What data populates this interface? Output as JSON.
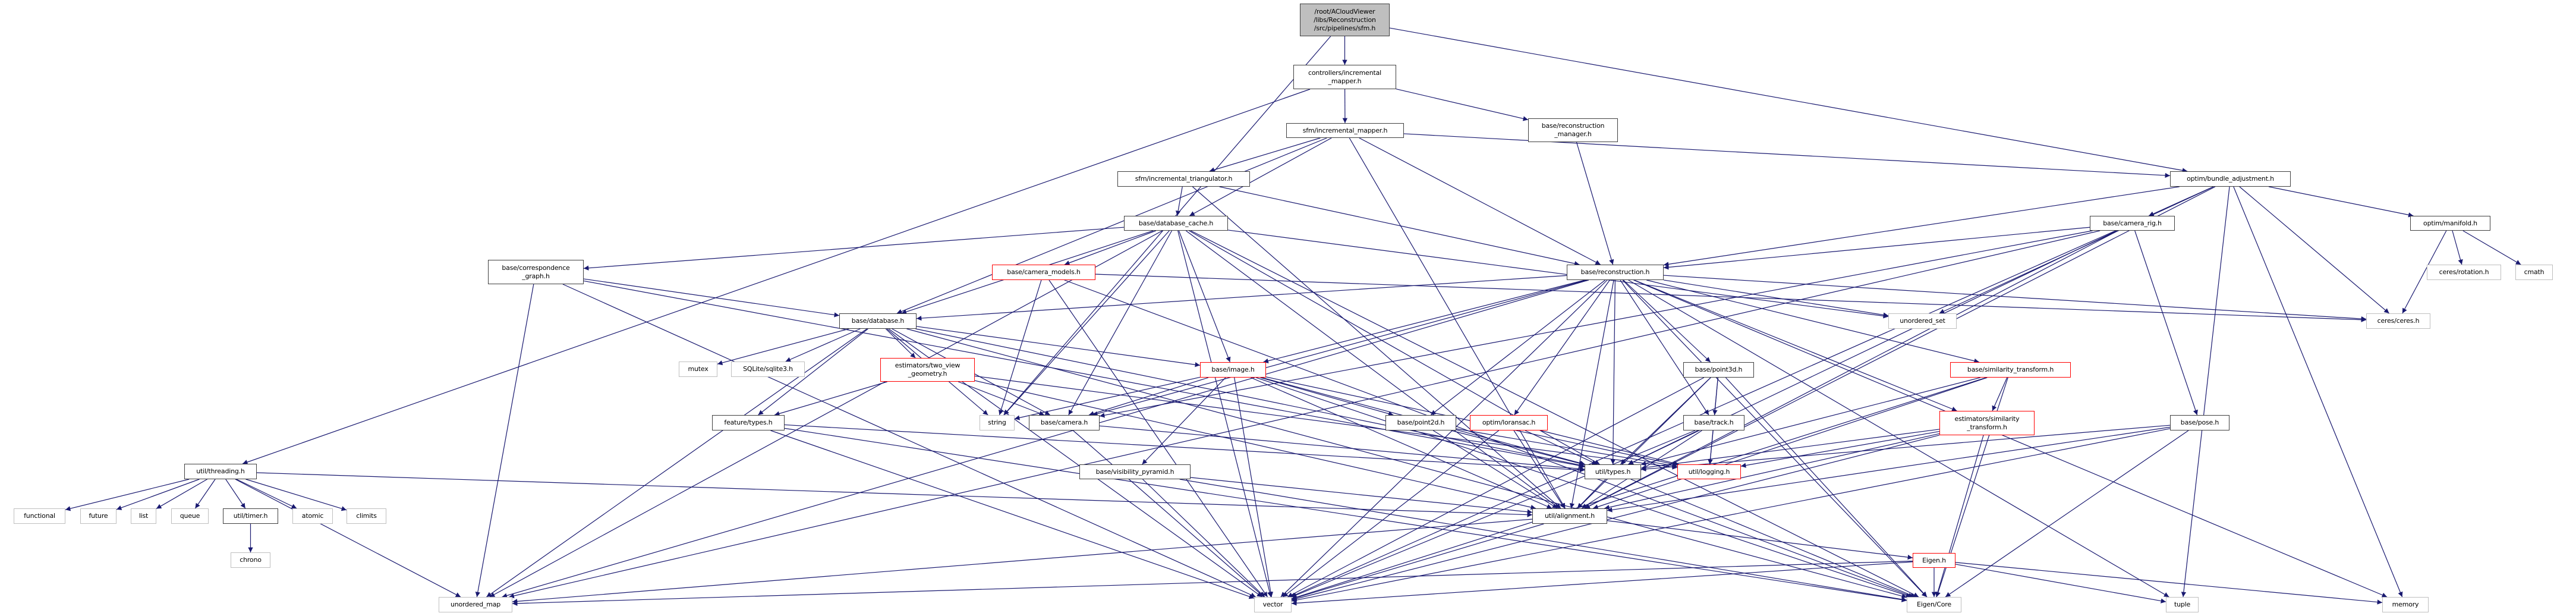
{
  "colors": {
    "edge": "#191970",
    "documented_border": "#404040",
    "system_border": "#bfbfbf",
    "truncated_border": "#ff0000",
    "root_fill": "#bfbfbf"
  },
  "graph": {
    "nodes": [
      {
        "id": "root",
        "label": "/root/ACloudViewer\n/libs/Reconstruction\n/src/pipelines/sfm.h",
        "kind": "root"
      },
      {
        "id": "ctrl_mapper",
        "label": "controllers/incremental\n_mapper.h",
        "kind": "documented"
      },
      {
        "id": "recon_mgr",
        "label": "base/reconstruction\n_manager.h",
        "kind": "documented"
      },
      {
        "id": "sfm_mapper",
        "label": "sfm/incremental_mapper.h",
        "kind": "documented"
      },
      {
        "id": "bundle",
        "label": "optim/bundle_adjustment.h",
        "kind": "documented"
      },
      {
        "id": "triang",
        "label": "sfm/incremental_triangulator.h",
        "kind": "documented"
      },
      {
        "id": "db_cache",
        "label": "base/database_cache.h",
        "kind": "documented"
      },
      {
        "id": "camera_rig",
        "label": "base/camera_rig.h",
        "kind": "documented"
      },
      {
        "id": "manifold",
        "label": "optim/manifold.h",
        "kind": "documented"
      },
      {
        "id": "corr_graph",
        "label": "base/correspondence\n_graph.h",
        "kind": "documented"
      },
      {
        "id": "camera_models",
        "label": "base/camera_models.h",
        "kind": "truncated"
      },
      {
        "id": "reconstruction",
        "label": "base/reconstruction.h",
        "kind": "documented"
      },
      {
        "id": "ceres_rotation",
        "label": "ceres/rotation.h",
        "kind": "system"
      },
      {
        "id": "cmath",
        "label": "cmath",
        "kind": "system"
      },
      {
        "id": "unordered_set",
        "label": "unordered_set",
        "kind": "system"
      },
      {
        "id": "ceres_ceres",
        "label": "ceres/ceres.h",
        "kind": "system"
      },
      {
        "id": "database",
        "label": "base/database.h",
        "kind": "documented"
      },
      {
        "id": "mutex",
        "label": "mutex",
        "kind": "system"
      },
      {
        "id": "sqlite",
        "label": "SQLite/sqlite3.h",
        "kind": "system"
      },
      {
        "id": "two_view",
        "label": "estimators/two_view\n_geometry.h",
        "kind": "truncated"
      },
      {
        "id": "image",
        "label": "base/image.h",
        "kind": "truncated"
      },
      {
        "id": "point3d",
        "label": "base/point3d.h",
        "kind": "documented"
      },
      {
        "id": "sim_transform",
        "label": "base/similarity_transform.h",
        "kind": "truncated"
      },
      {
        "id": "string",
        "label": "string",
        "kind": "system"
      },
      {
        "id": "camera",
        "label": "base/camera.h",
        "kind": "documented"
      },
      {
        "id": "feature_types",
        "label": "feature/types.h",
        "kind": "documented"
      },
      {
        "id": "point2d",
        "label": "base/point2d.h",
        "kind": "documented"
      },
      {
        "id": "loransac",
        "label": "optim/loransac.h",
        "kind": "truncated"
      },
      {
        "id": "track",
        "label": "base/track.h",
        "kind": "documented"
      },
      {
        "id": "est_sim",
        "label": "estimators/similarity\n_transform.h",
        "kind": "truncated"
      },
      {
        "id": "pose",
        "label": "base/pose.h",
        "kind": "documented"
      },
      {
        "id": "threading",
        "label": "util/threading.h",
        "kind": "documented"
      },
      {
        "id": "types",
        "label": "util/types.h",
        "kind": "documented"
      },
      {
        "id": "logging",
        "label": "util/logging.h",
        "kind": "truncated"
      },
      {
        "id": "vis_pyr",
        "label": "base/visibility_pyramid.h",
        "kind": "documented"
      },
      {
        "id": "alignment",
        "label": "util/alignment.h",
        "kind": "documented"
      },
      {
        "id": "functional",
        "label": "functional",
        "kind": "system"
      },
      {
        "id": "future",
        "label": "future",
        "kind": "system"
      },
      {
        "id": "list",
        "label": "list",
        "kind": "system"
      },
      {
        "id": "queue",
        "label": "queue",
        "kind": "system"
      },
      {
        "id": "timer",
        "label": "util/timer.h",
        "kind": "documented"
      },
      {
        "id": "atomic",
        "label": "atomic",
        "kind": "system"
      },
      {
        "id": "climits",
        "label": "climits",
        "kind": "system"
      },
      {
        "id": "chrono",
        "label": "chrono",
        "kind": "system"
      },
      {
        "id": "eigen_h",
        "label": "Eigen.h",
        "kind": "truncated"
      },
      {
        "id": "unordered_map",
        "label": "unordered_map",
        "kind": "system"
      },
      {
        "id": "vector",
        "label": "vector",
        "kind": "system"
      },
      {
        "id": "eigen_core",
        "label": "Eigen/Core",
        "kind": "system"
      },
      {
        "id": "tuple",
        "label": "tuple",
        "kind": "system"
      },
      {
        "id": "memory",
        "label": "memory",
        "kind": "system"
      }
    ],
    "edges": [
      [
        "root",
        "ctrl_mapper"
      ],
      [
        "root",
        "bundle"
      ],
      [
        "root",
        "string"
      ],
      [
        "ctrl_mapper",
        "sfm_mapper"
      ],
      [
        "ctrl_mapper",
        "recon_mgr"
      ],
      [
        "ctrl_mapper",
        "threading"
      ],
      [
        "recon_mgr",
        "reconstruction"
      ],
      [
        "sfm_mapper",
        "triang"
      ],
      [
        "sfm_mapper",
        "db_cache"
      ],
      [
        "sfm_mapper",
        "database"
      ],
      [
        "sfm_mapper",
        "reconstruction"
      ],
      [
        "sfm_mapper",
        "bundle"
      ],
      [
        "sfm_mapper",
        "alignment"
      ],
      [
        "triang",
        "db_cache"
      ],
      [
        "triang",
        "reconstruction"
      ],
      [
        "triang",
        "alignment"
      ],
      [
        "bundle",
        "camera_rig"
      ],
      [
        "bundle",
        "manifold"
      ],
      [
        "bundle",
        "reconstruction"
      ],
      [
        "bundle",
        "unordered_set"
      ],
      [
        "bundle",
        "ceres_ceres"
      ],
      [
        "bundle",
        "alignment"
      ],
      [
        "bundle",
        "tuple"
      ],
      [
        "bundle",
        "memory"
      ],
      [
        "manifold",
        "ceres_ceres"
      ],
      [
        "manifold",
        "ceres_rotation"
      ],
      [
        "manifold",
        "cmath"
      ],
      [
        "camera_rig",
        "reconstruction"
      ],
      [
        "camera_rig",
        "camera"
      ],
      [
        "camera_rig",
        "pose"
      ],
      [
        "camera_rig",
        "types"
      ],
      [
        "camera_rig",
        "alignment"
      ],
      [
        "camera_rig",
        "vector"
      ],
      [
        "camera_rig",
        "unordered_map"
      ],
      [
        "db_cache",
        "corr_graph"
      ],
      [
        "db_cache",
        "camera_models"
      ],
      [
        "db_cache",
        "database"
      ],
      [
        "db_cache",
        "image"
      ],
      [
        "db_cache",
        "camera"
      ],
      [
        "db_cache",
        "string"
      ],
      [
        "db_cache",
        "unordered_map"
      ],
      [
        "db_cache",
        "vector"
      ],
      [
        "db_cache",
        "unordered_set"
      ],
      [
        "db_cache",
        "types"
      ],
      [
        "db_cache",
        "alignment"
      ],
      [
        "db_cache",
        "eigen_core"
      ],
      [
        "corr_graph",
        "database"
      ],
      [
        "corr_graph",
        "unordered_map"
      ],
      [
        "corr_graph",
        "vector"
      ],
      [
        "corr_graph",
        "types"
      ],
      [
        "camera_models",
        "ceres_ceres"
      ],
      [
        "camera_models",
        "eigen_core"
      ],
      [
        "camera_models",
        "vector"
      ],
      [
        "camera_models",
        "string"
      ],
      [
        "database",
        "mutex"
      ],
      [
        "database",
        "sqlite"
      ],
      [
        "database",
        "feature_types"
      ],
      [
        "database",
        "two_view"
      ],
      [
        "database",
        "image"
      ],
      [
        "database",
        "camera"
      ],
      [
        "database",
        "string"
      ],
      [
        "database",
        "vector"
      ],
      [
        "database",
        "unordered_map"
      ],
      [
        "database",
        "types"
      ],
      [
        "database",
        "eigen_core"
      ],
      [
        "two_view",
        "camera"
      ],
      [
        "two_view",
        "feature_types"
      ],
      [
        "two_view",
        "alignment"
      ],
      [
        "two_view",
        "logging"
      ],
      [
        "image",
        "string"
      ],
      [
        "image",
        "camera"
      ],
      [
        "image",
        "point2d"
      ],
      [
        "image",
        "vis_pyr"
      ],
      [
        "image",
        "types"
      ],
      [
        "image",
        "logging"
      ],
      [
        "image",
        "alignment"
      ],
      [
        "image",
        "vector"
      ],
      [
        "image",
        "eigen_core"
      ],
      [
        "feature_types",
        "types"
      ],
      [
        "feature_types",
        "eigen_core"
      ],
      [
        "feature_types",
        "vector"
      ],
      [
        "camera",
        "types"
      ],
      [
        "camera",
        "vector"
      ],
      [
        "point2d",
        "types"
      ],
      [
        "point2d",
        "alignment"
      ],
      [
        "point2d",
        "logging"
      ],
      [
        "loransac",
        "types"
      ],
      [
        "loransac",
        "alignment"
      ],
      [
        "loransac",
        "vector"
      ],
      [
        "loransac",
        "logging"
      ],
      [
        "reconstruction",
        "database"
      ],
      [
        "reconstruction",
        "image"
      ],
      [
        "reconstruction",
        "camera"
      ],
      [
        "reconstruction",
        "point2d"
      ],
      [
        "reconstruction",
        "point3d"
      ],
      [
        "reconstruction",
        "track"
      ],
      [
        "reconstruction",
        "loransac"
      ],
      [
        "reconstruction",
        "sim_transform"
      ],
      [
        "reconstruction",
        "est_sim"
      ],
      [
        "reconstruction",
        "types"
      ],
      [
        "reconstruction",
        "alignment"
      ],
      [
        "reconstruction",
        "unordered_set"
      ],
      [
        "reconstruction",
        "unordered_map"
      ],
      [
        "reconstruction",
        "vector"
      ],
      [
        "reconstruction",
        "tuple"
      ],
      [
        "reconstruction",
        "memory"
      ],
      [
        "reconstruction",
        "eigen_core"
      ],
      [
        "reconstruction",
        "ceres_ceres"
      ],
      [
        "point3d",
        "track"
      ],
      [
        "point3d",
        "logging"
      ],
      [
        "point3d",
        "types"
      ],
      [
        "point3d",
        "alignment"
      ],
      [
        "point3d",
        "vector"
      ],
      [
        "point3d",
        "eigen_core"
      ],
      [
        "track",
        "types"
      ],
      [
        "track",
        "logging"
      ],
      [
        "track",
        "alignment"
      ],
      [
        "track",
        "vector"
      ],
      [
        "sim_transform",
        "est_sim"
      ],
      [
        "sim_transform",
        "types"
      ],
      [
        "sim_transform",
        "alignment"
      ],
      [
        "sim_transform",
        "eigen_core"
      ],
      [
        "sim_transform",
        "vector"
      ],
      [
        "est_sim",
        "types"
      ],
      [
        "est_sim",
        "logging"
      ],
      [
        "est_sim",
        "alignment"
      ],
      [
        "est_sim",
        "eigen_core"
      ],
      [
        "est_sim",
        "vector"
      ],
      [
        "pose",
        "types"
      ],
      [
        "pose",
        "alignment"
      ],
      [
        "pose",
        "eigen_core"
      ],
      [
        "pose",
        "vector"
      ],
      [
        "vis_pyr",
        "vector"
      ],
      [
        "vis_pyr",
        "eigen_core"
      ],
      [
        "vis_pyr",
        "alignment"
      ],
      [
        "threading",
        "functional"
      ],
      [
        "threading",
        "future"
      ],
      [
        "threading",
        "list"
      ],
      [
        "threading",
        "queue"
      ],
      [
        "threading",
        "timer"
      ],
      [
        "threading",
        "atomic"
      ],
      [
        "threading",
        "climits"
      ],
      [
        "threading",
        "unordered_map"
      ],
      [
        "threading",
        "alignment"
      ],
      [
        "timer",
        "chrono"
      ],
      [
        "types",
        "alignment"
      ],
      [
        "types",
        "eigen_core"
      ],
      [
        "alignment",
        "eigen_h"
      ],
      [
        "alignment",
        "vector"
      ],
      [
        "alignment",
        "unordered_map"
      ],
      [
        "eigen_h",
        "eigen_core"
      ],
      [
        "eigen_h",
        "vector"
      ],
      [
        "eigen_h",
        "unordered_map"
      ],
      [
        "eigen_h",
        "memory"
      ],
      [
        "eigen_h",
        "tuple"
      ]
    ]
  }
}
